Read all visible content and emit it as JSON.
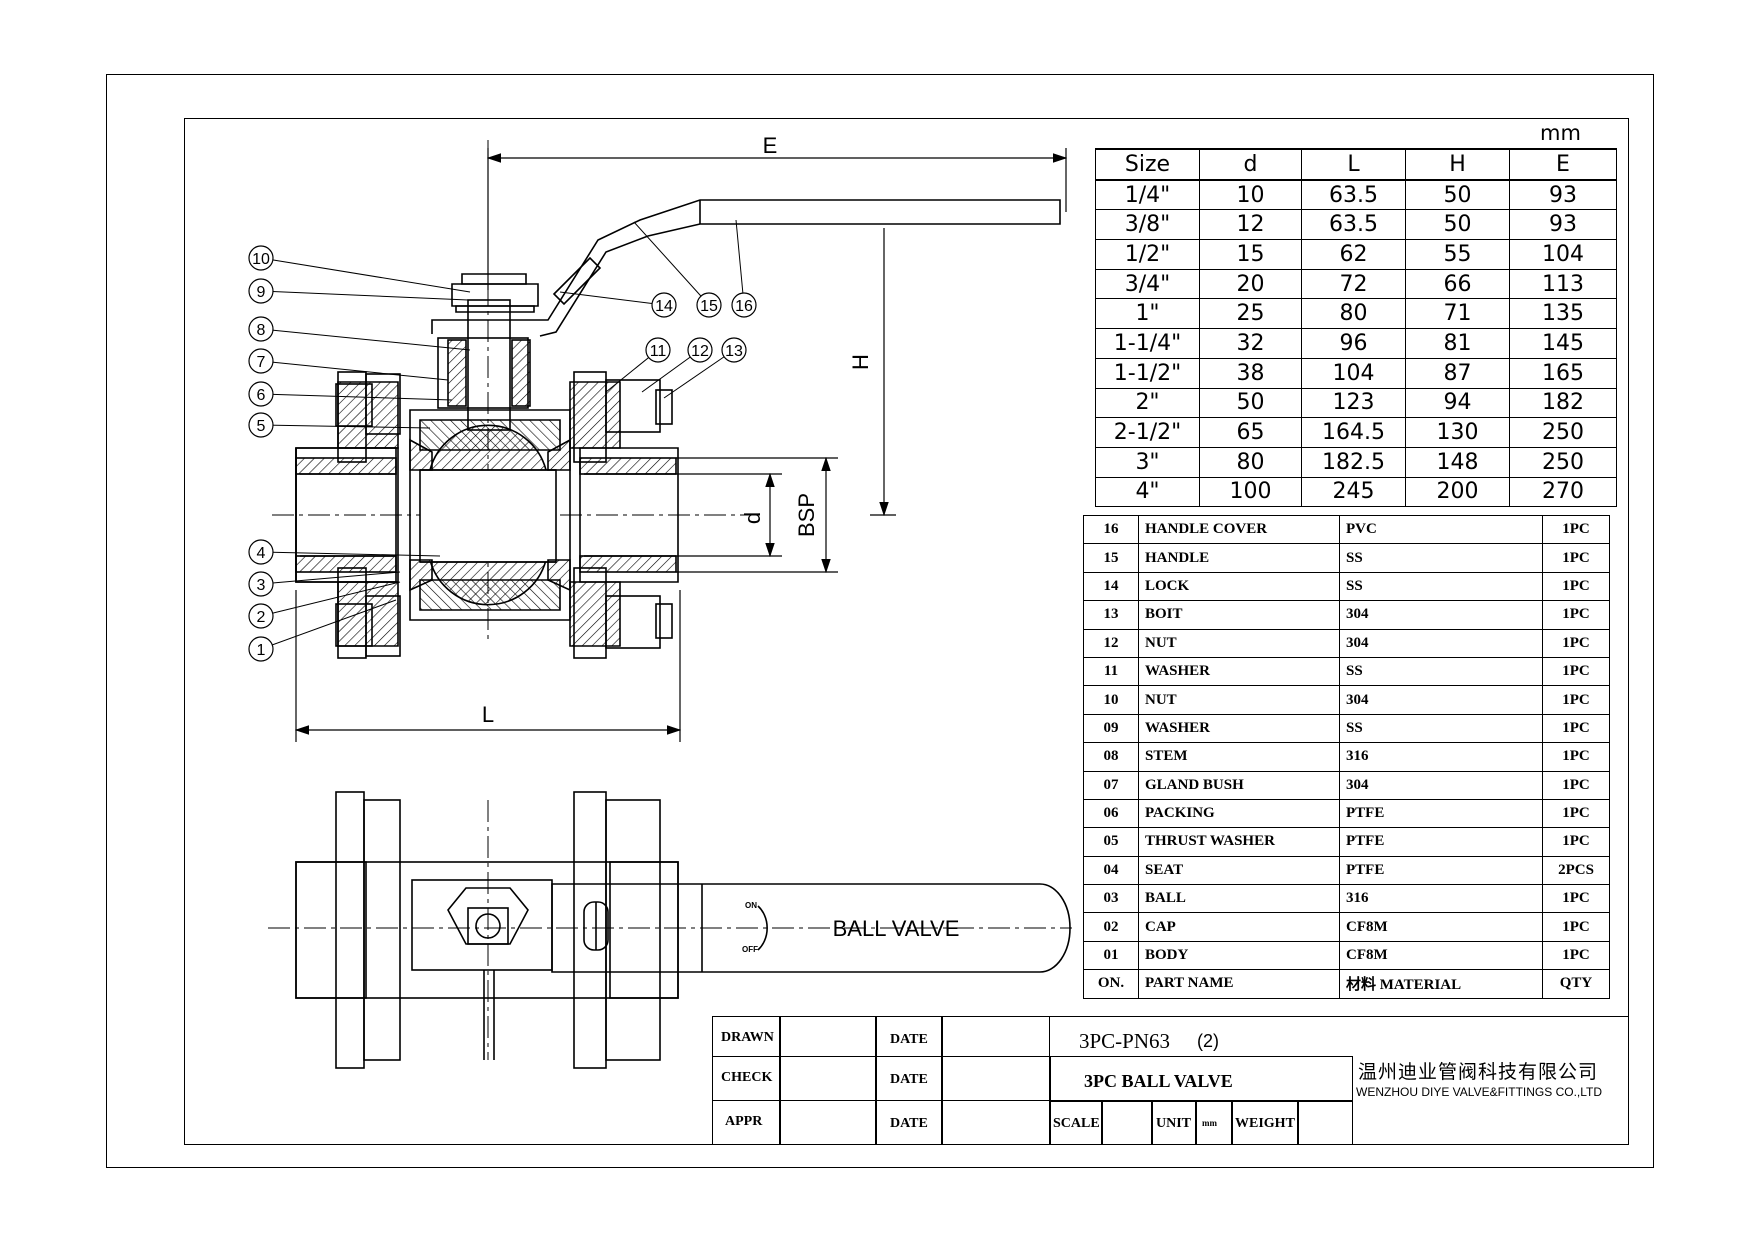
{
  "units": "mm",
  "dimension_table": {
    "headers": [
      "Size",
      "d",
      "L",
      "H",
      "E"
    ],
    "rows": [
      [
        "1/4\"",
        "10",
        "63.5",
        "50",
        "93"
      ],
      [
        "3/8\"",
        "12",
        "63.5",
        "50",
        "93"
      ],
      [
        "1/2\"",
        "15",
        "62",
        "55",
        "104"
      ],
      [
        "3/4\"",
        "20",
        "72",
        "66",
        "113"
      ],
      [
        "1\"",
        "25",
        "80",
        "71",
        "135"
      ],
      [
        "1-1/4\"",
        "32",
        "96",
        "81",
        "145"
      ],
      [
        "1-1/2\"",
        "38",
        "104",
        "87",
        "165"
      ],
      [
        "2\"",
        "50",
        "123",
        "94",
        "182"
      ],
      [
        "2-1/2\"",
        "65",
        "164.5",
        "130",
        "250"
      ],
      [
        "3\"",
        "80",
        "182.5",
        "148",
        "250"
      ],
      [
        "4\"",
        "100",
        "245",
        "200",
        "270"
      ]
    ]
  },
  "bom": {
    "rows": [
      [
        "16",
        "HANDLE COVER",
        "PVC",
        "1PC"
      ],
      [
        "15",
        "HANDLE",
        "SS",
        "1PC"
      ],
      [
        "14",
        "LOCK",
        "SS",
        "1PC"
      ],
      [
        "13",
        "BOIT",
        "304",
        "1PC"
      ],
      [
        "12",
        "NUT",
        "304",
        "1PC"
      ],
      [
        "11",
        "WASHER",
        "SS",
        "1PC"
      ],
      [
        "10",
        "NUT",
        "304",
        "1PC"
      ],
      [
        "09",
        "WASHER",
        "SS",
        "1PC"
      ],
      [
        "08",
        "STEM",
        "316",
        "1PC"
      ],
      [
        "07",
        "GLAND BUSH",
        "304",
        "1PC"
      ],
      [
        "06",
        "PACKING",
        "PTFE",
        "1PC"
      ],
      [
        "05",
        "THRUST WASHER",
        "PTFE",
        "1PC"
      ],
      [
        "04",
        "SEAT",
        "PTFE",
        "2PCS"
      ],
      [
        "03",
        "BALL",
        "316",
        "1PC"
      ],
      [
        "02",
        "CAP",
        "CF8M",
        "1PC"
      ],
      [
        "01",
        "BODY",
        "CF8M",
        "1PC"
      ]
    ],
    "header": [
      "ON.",
      "PART NAME",
      "材料 MATERIAL",
      "QTY"
    ]
  },
  "title_block": {
    "drawn": "DRAWN",
    "check": "CHECK",
    "appr": "APPR",
    "date": "DATE",
    "drawing_no": "3PC-PN63",
    "revision": "(2)",
    "title": "3PC BALL VALVE",
    "scale": "SCALE",
    "unit": "UNIT",
    "unit_value": "mm",
    "weight": "WEIGHT",
    "company_cn": "温州迪业管阀科技有限公司",
    "company_en": "WENZHOU DIYE VALVE&FITTINGS CO.,LTD"
  },
  "drawing": {
    "dim_E": "E",
    "dim_H": "H",
    "dim_L": "L",
    "dim_d": "d",
    "dim_BSP": "BSP",
    "callouts": [
      "1",
      "2",
      "3",
      "4",
      "5",
      "6",
      "7",
      "8",
      "9",
      "10",
      "11",
      "12",
      "13",
      "14",
      "15",
      "16"
    ],
    "handle_text": "BALL VALVE",
    "on_label": "ON",
    "off_label": "OFF"
  }
}
